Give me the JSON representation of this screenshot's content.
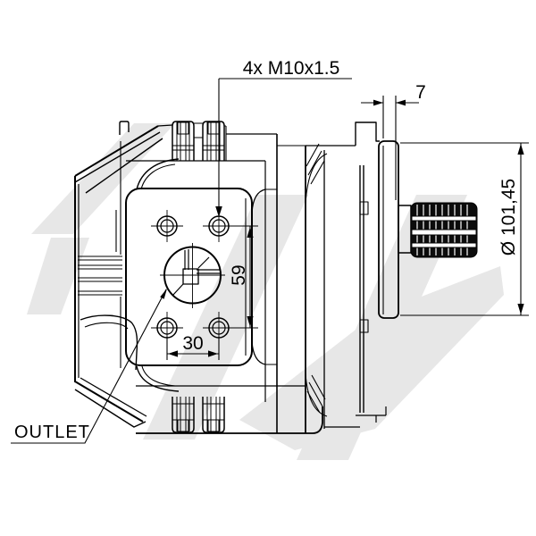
{
  "drawing": {
    "line_color": "#000000",
    "watermark_color": "#e7e7e7",
    "labels": {
      "thread_callout": "4x M10x1.5",
      "width_dim": "7",
      "diameter_dim": "Ø 101,45",
      "vertical_spacing_dim": "59",
      "horizontal_spacing_dim": "30",
      "outlet_label": "OUTLET"
    }
  }
}
